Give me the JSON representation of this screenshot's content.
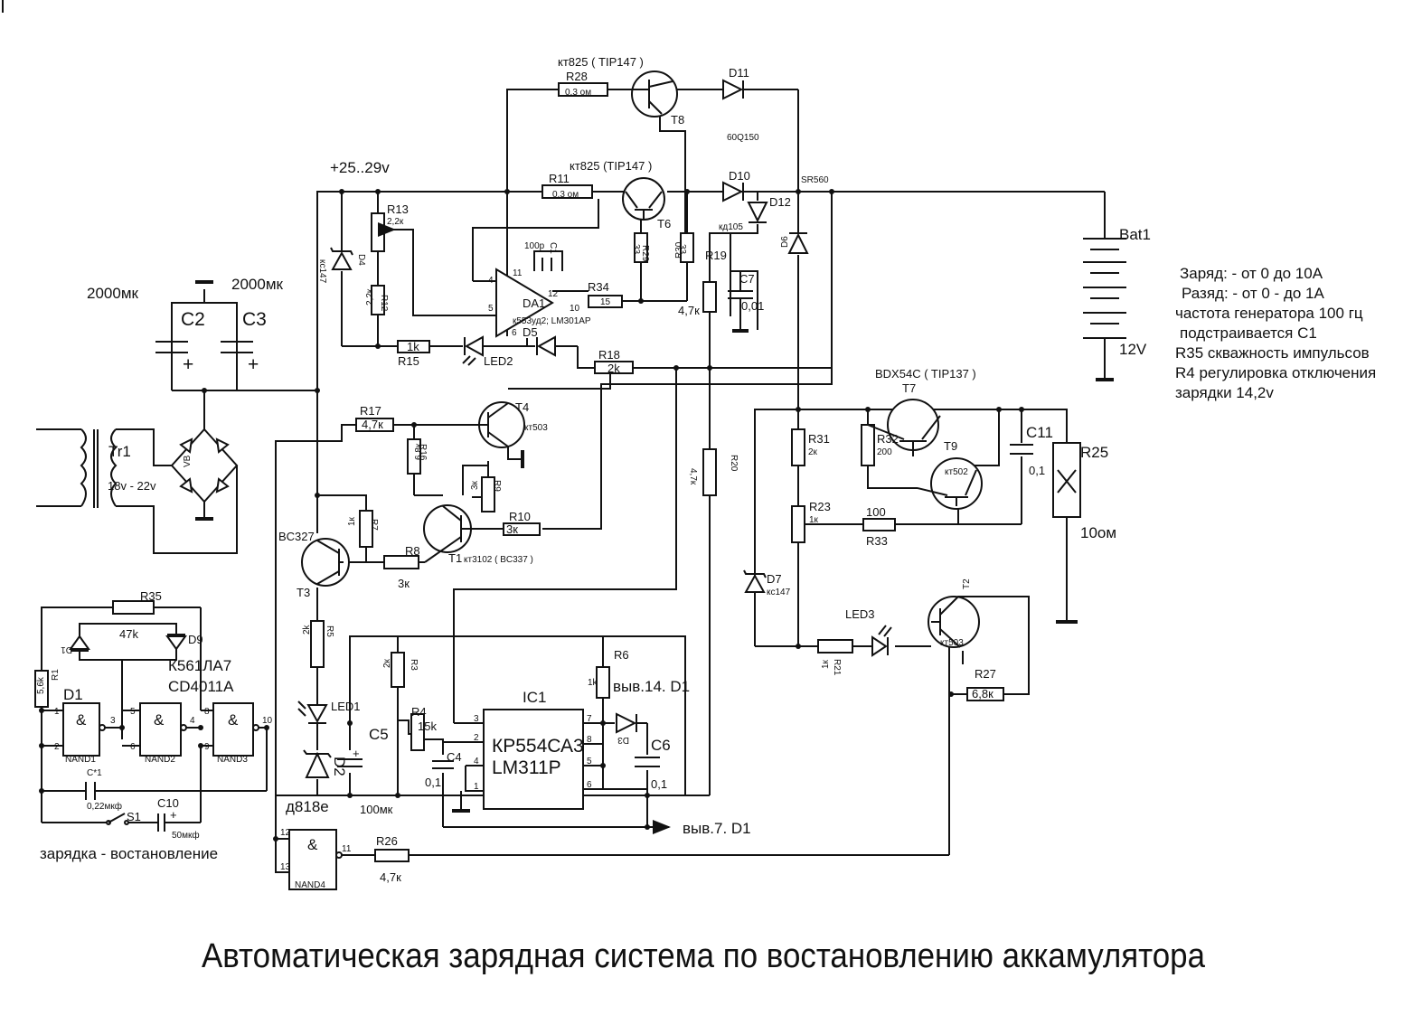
{
  "title": "Автоматическая зарядная система по востановлению аккамулятора",
  "notes": [
    "Заряд: - от 0 до 10А",
    "Разяд: - от 0 - до 1А",
    "частота генератора 100 гц",
    "подстраивается С1",
    "R35 скважность импульсов",
    "R4 регулировка отключения",
    "зарядки 14,2v"
  ],
  "labels": {
    "supply": "+25..29v",
    "bat": "Bat1",
    "bat_v": "12V",
    "tr": "Tr1",
    "tr_v": "18v - 22v",
    "vb": "VB",
    "c2_val": "2000мк",
    "c3_val": "2000мк",
    "c2": "C2",
    "c3": "C3",
    "plus": "+",
    "t8_type": "кт825 ( TIP147 )",
    "t6_type": "кт825 (TIP147 )",
    "t8": "T8",
    "t6": "T6",
    "r28": "R28",
    "r28_val": "0,3 ом",
    "r11": "R11",
    "r11_val": "0,3 ом",
    "d11": "D11",
    "d10": "D10",
    "d11_type": "60Q150",
    "d10_type": "SR560",
    "d12": "D12",
    "d12_type": "кд105",
    "d6": "D6",
    "r13": "R13",
    "r13_val": "2,2к",
    "r12": "R12",
    "r12_val": "2,2к",
    "d4": "D4",
    "d4_type": "кс147",
    "c1_val": "100р",
    "c1": "C1",
    "da1": "DA1",
    "da1_type": "к553уд2; LM301AP",
    "pin4": "4",
    "pin11": "11",
    "pin12": "12",
    "pin10": "10",
    "pin5": "5",
    "pin6": "6",
    "r34": "R34",
    "r34_val": "15",
    "r29": "R29",
    "r29_val": "33",
    "r30": "R30",
    "r30_val": "33",
    "r19": "R19",
    "r19_val": "4,7к",
    "c7": "C7",
    "c7_val": "0,01",
    "r15": "R15",
    "r15_val": "1k",
    "led2": "LED2",
    "d5": "D5",
    "r18": "R18",
    "r18_val": "2k",
    "r17": "R17",
    "r17_val": "4,7к",
    "t4": "T4",
    "t4_type": "кт503",
    "r16": "R16",
    "r16_val": "6,8к",
    "r9": "R9",
    "r9_val": "3к",
    "r10": "R10",
    "r10_val": "3к",
    "r7": "R7",
    "r7_val": "1к",
    "r8": "R8",
    "r8_val": "3к",
    "t1": "T1",
    "t1_type": "кт3102 ( BC337 )",
    "t3_type": "BC327",
    "t3": "T3",
    "r20": "R20",
    "r20_val": "4,7к",
    "r5": "R5",
    "r5_val": "2k",
    "led1": "LED1",
    "d2": "D2",
    "d2_type": "д818е",
    "c5": "C5",
    "c5_val": "100мк",
    "r3": "R3",
    "r3_val": "2к",
    "r4": "R4",
    "r4_val": "15k",
    "c4": "C4",
    "c4_val": "0,1",
    "ic1": "IC1",
    "ic1_type1": "КР554СА3",
    "ic1_type2": "LM311P",
    "p3": "3",
    "p2": "2",
    "p4": "4",
    "p1": "1",
    "p7": "7",
    "p8": "8",
    "p5": "5",
    "p6": "6",
    "r6": "R6",
    "r6_val": "1k",
    "pin14": "выв.14. D1",
    "d3": "D3",
    "c6": "C6",
    "c6_val": "0,1",
    "pin7": "выв.7. D1",
    "r35": "R35",
    "r35_val": "47k",
    "d1d": "D1",
    "d9": "D9",
    "r1": "R1",
    "r1_val": "5,6k",
    "d1": "D1",
    "chip1": "К561ЛА7",
    "chip2": "CD4011A",
    "amp": "&",
    "nand1": "NAND1",
    "nand2": "NAND2",
    "nand3": "NAND3",
    "nand4": "NAND4",
    "g1": "1",
    "g2": "2",
    "g3": "3",
    "g5": "5",
    "g6": "6",
    "g4": "4",
    "g8": "8",
    "g9": "9",
    "g10": "10",
    "g12": "12",
    "g13": "13",
    "g11": "11",
    "c_star": "C*1",
    "c_star_val": "0,22мкф",
    "s1": "S1",
    "c10": "C10",
    "c10_val": "50мкф",
    "mode": "зарядка - востановление",
    "r26": "R26",
    "r26_val": "4,7к",
    "t7_type": "BDX54C ( TIP137 )",
    "t7": "T7",
    "t9": "T9",
    "t9_type": "кт502",
    "r32": "R32",
    "r32_val": "200",
    "r31": "R31",
    "r31_val": "2к",
    "r23": "R23",
    "r23_val": "1к",
    "r33": "R33",
    "r33_val": "100",
    "c11": "C11",
    "c11_val": "0,1",
    "r25": "R25",
    "r25_val": "10ом",
    "d7": "D7",
    "d7_type": "кс147",
    "led3": "LED3",
    "r21": "R21",
    "r21_val": "1к",
    "t2": "T2",
    "t2_type": "кт503",
    "r27": "R27",
    "r27_val": "6,8к"
  }
}
